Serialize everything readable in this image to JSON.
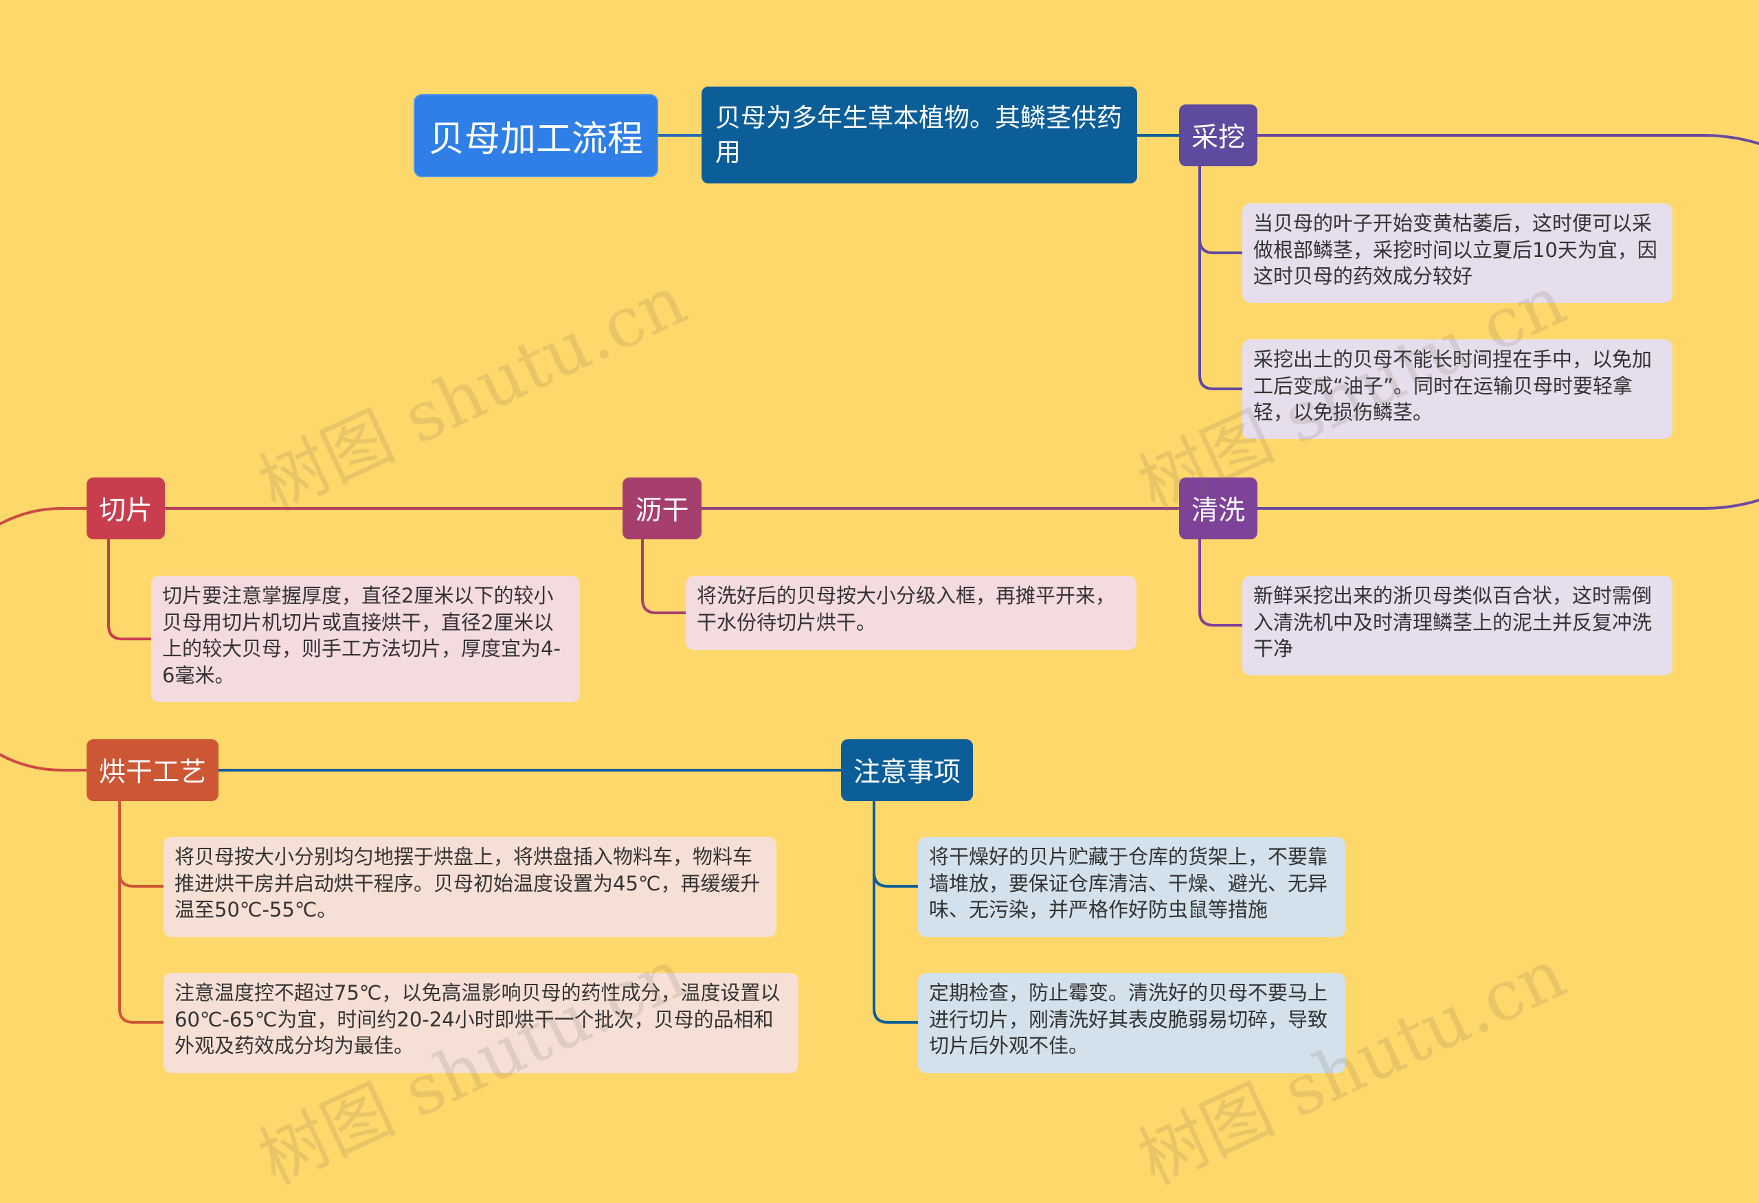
{
  "root": {
    "title": "贝母加工流程"
  },
  "intro": {
    "text": "贝母为多年生草本植物。其鳞茎供药用"
  },
  "branches": {
    "harvest": {
      "label": "采挖",
      "color": "#5E4A9E",
      "notes": [
        "当贝母的叶子开始变黄枯萎后，这时便可以采做根部鳞茎，采挖时间以立夏后10天为宜，因这时贝母的药效成分较好",
        "采挖出土的贝母不能长时间捏在手中，以免加工后变成“油子”。同时在运输贝母时要轻拿轻，以免损伤鳞茎。"
      ]
    },
    "wash": {
      "label": "清洗",
      "color": "#7E4299",
      "notes": [
        "新鲜采挖出来的浙贝母类似百合状，这时需倒入清洗机中及时清理鳞茎上的泥土并反复冲洗干净"
      ]
    },
    "drain": {
      "label": "沥干",
      "color": "#A73F6E",
      "notes": [
        "将洗好后的贝母按大小分级入框，再摊平开来，干水份待切片烘干。"
      ]
    },
    "slice": {
      "label": "切片",
      "color": "#C93E4E",
      "notes": [
        "切片要注意掌握厚度，直径2厘米以下的较小贝母用切片机切片或直接烘干，直径2厘米以上的较大贝母，则手工方法切片，厚度宜为4-6毫米。"
      ]
    },
    "dry": {
      "label": "烘干工艺",
      "color": "#CD5634",
      "notes": [
        "将贝母按大小分别均匀地摆于烘盘上，将烘盘插入物料车，物料车推进烘干房并启动烘干程序。贝母初始温度设置为45℃，再缓缓升温至50℃-55℃。",
        "注意温度控不超过75℃，以免高温影响贝母的药性成分，温度设置以60℃-65℃为宜，时间约20-24小时即烘干一个批次，贝母的品相和外观及药效成分均为最佳。"
      ]
    },
    "notice": {
      "label": "注意事项",
      "color": "#0C5E98",
      "notes": [
        "将干燥好的贝片贮藏于仓库的货架上，不要靠墙堆放，要保证仓库清洁、干燥、避光、无异味、无污染，并严格作好防虫鼠等措施",
        "定期检查，防止霉变。清洗好的贝母不要马上进行切片，刚清洗好其表皮脆弱易切碎，导致切片后外观不佳。"
      ]
    }
  },
  "watermark": {
    "text": "树图 shutu.cn"
  }
}
